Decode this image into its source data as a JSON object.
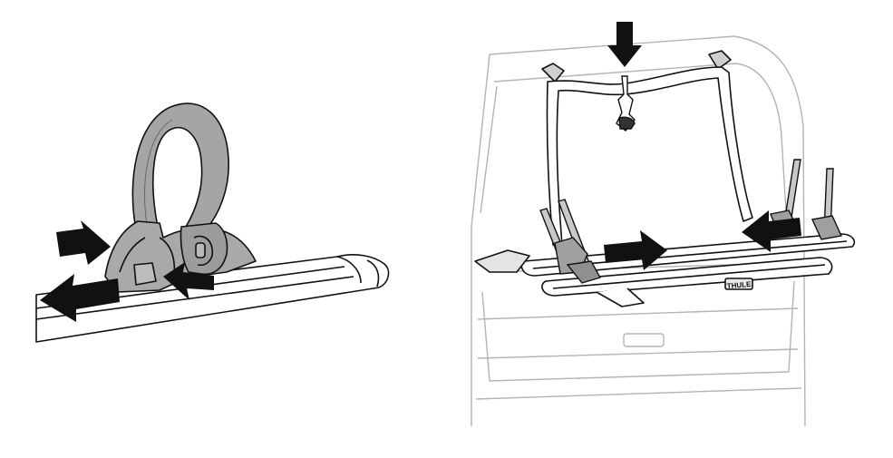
{
  "panels": {
    "left": {
      "subject": "wheel-holder-strap-release"
    },
    "right": {
      "subject": "rear-mounted-bike-carrier"
    }
  },
  "logo": {
    "text": "THULE"
  },
  "colors": {
    "background": "#ffffff",
    "line": "#111111",
    "strap": "#a5a5a5",
    "strap_dark": "#8c8c8c",
    "holder": "#a9a9a9",
    "arrow": "#111111",
    "vehicle": "#b4b4b4"
  }
}
